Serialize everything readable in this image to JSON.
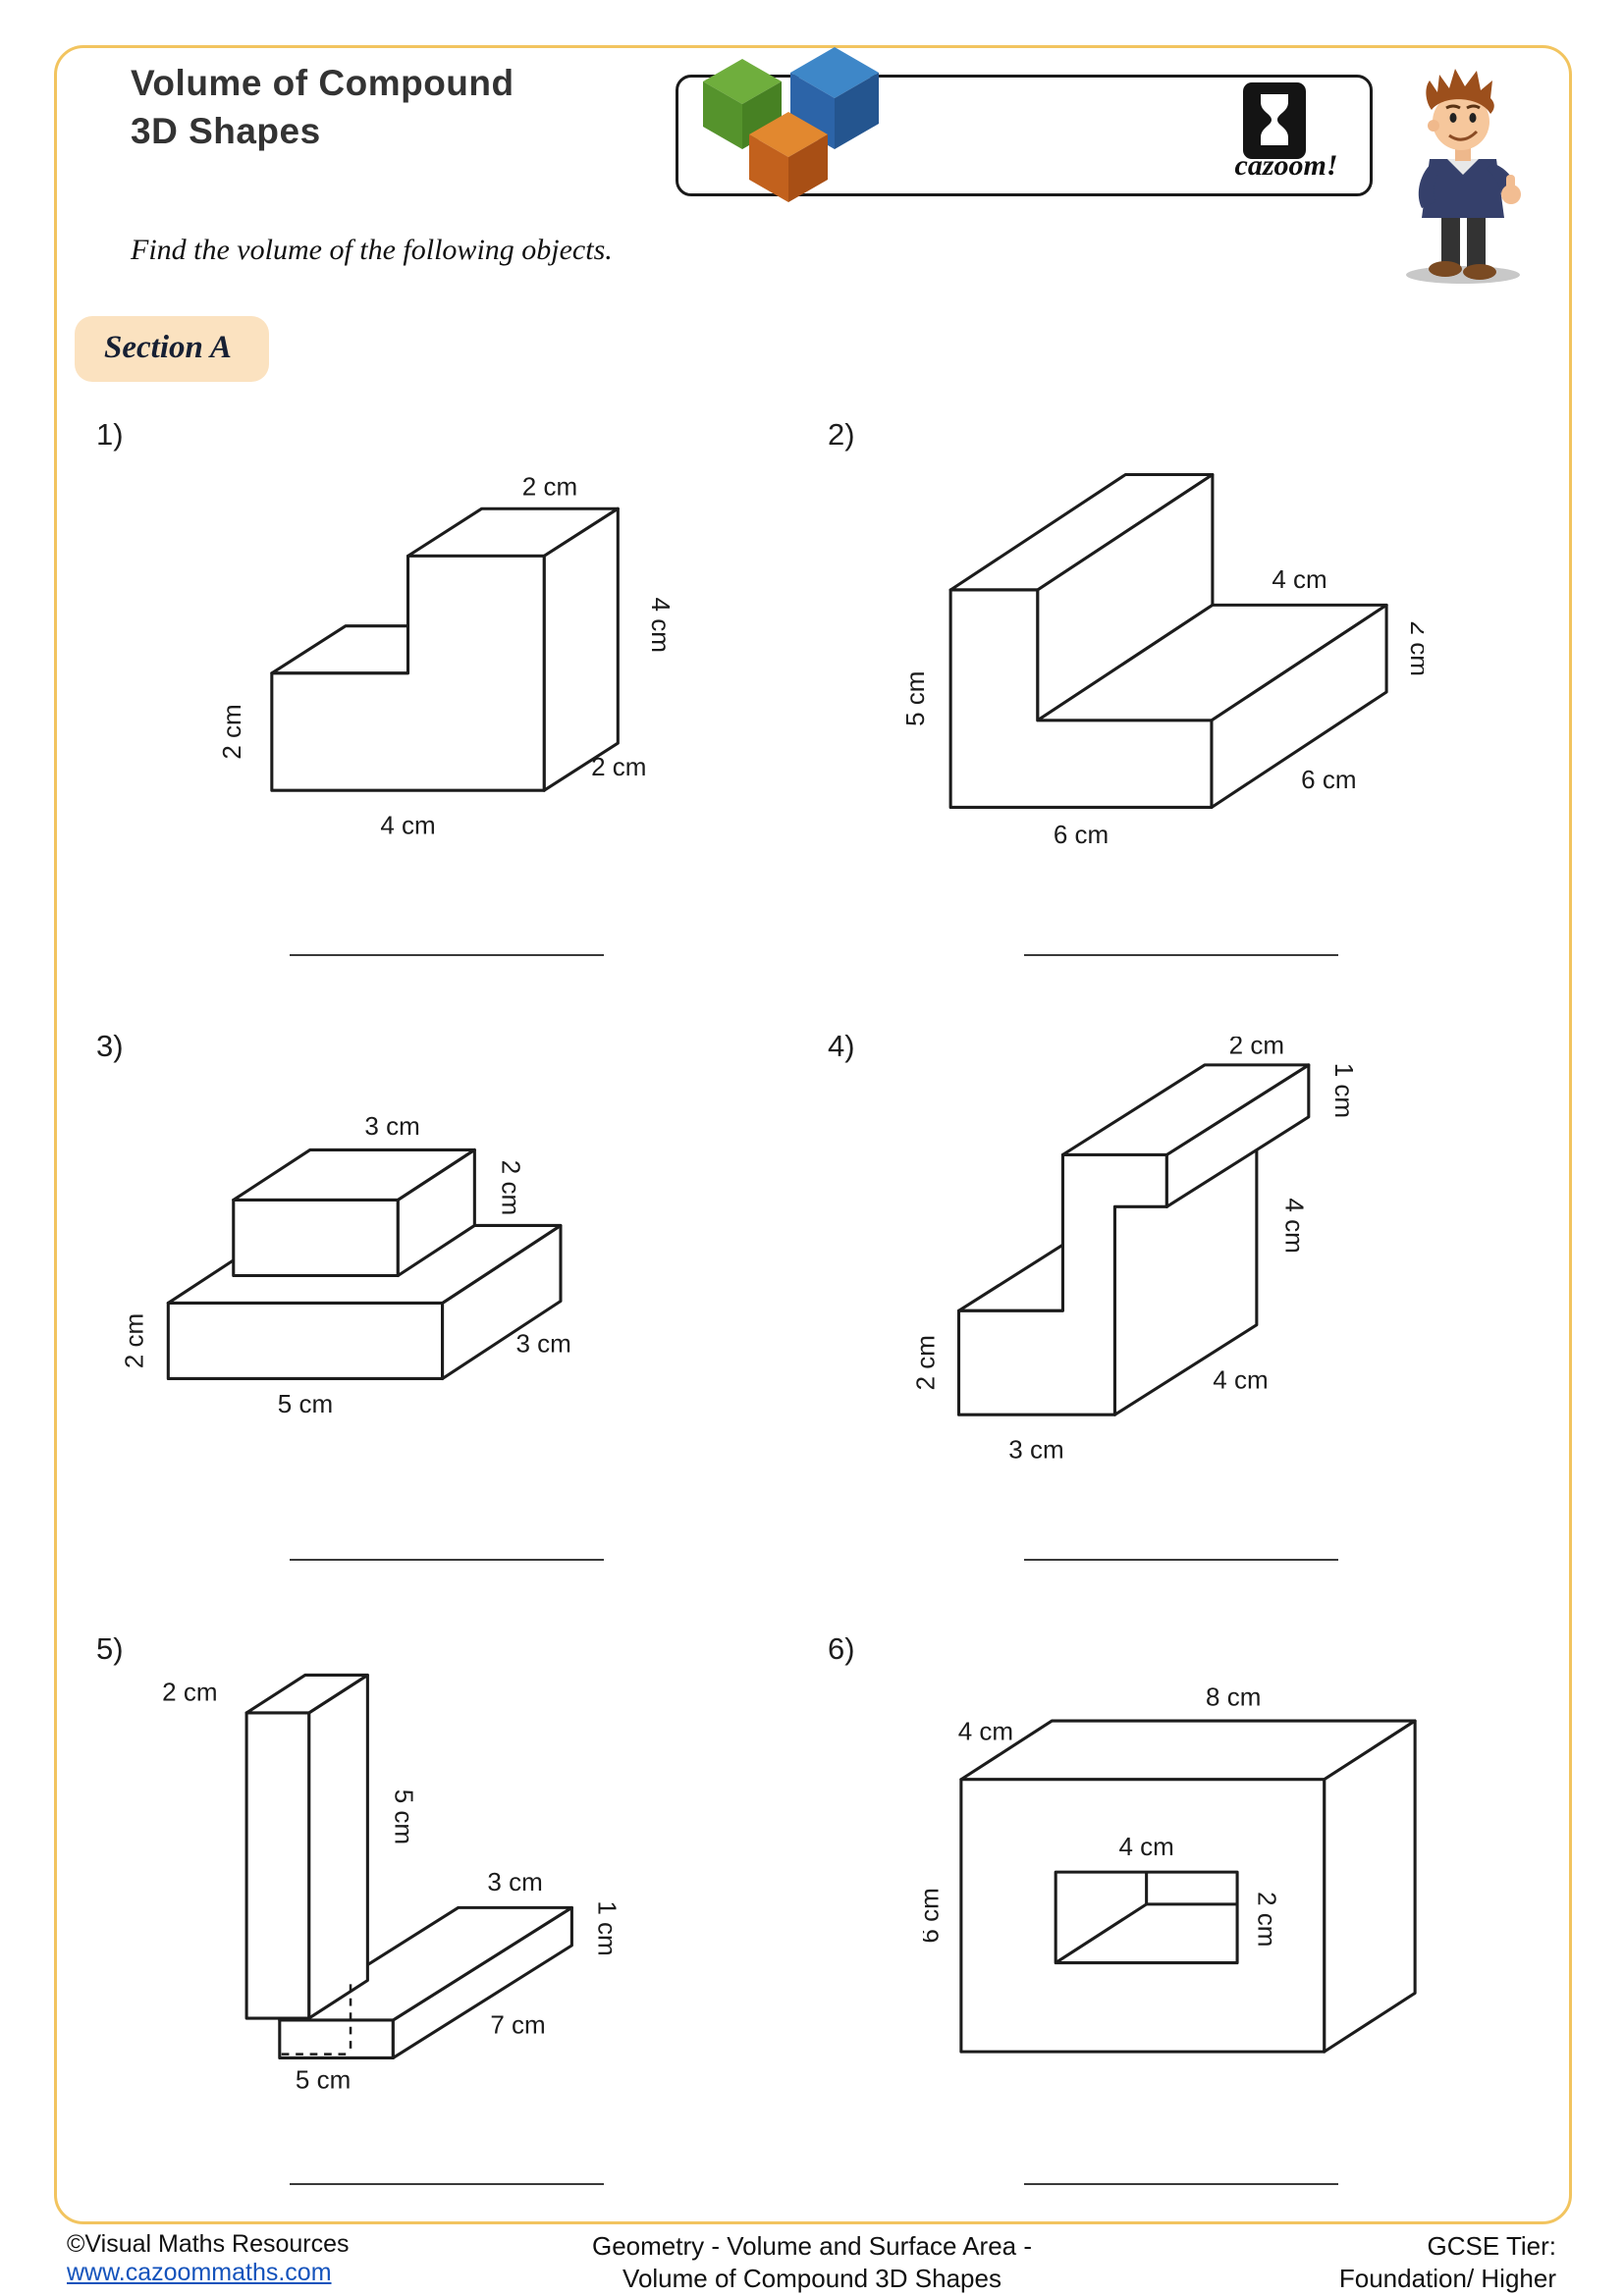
{
  "header": {
    "title_line1": "Volume of Compound",
    "title_line2": "3D Shapes",
    "brand": "cazoom!",
    "instruction": "Find the volume of the following objects.",
    "section_label": "Section A"
  },
  "problems": [
    {
      "num": "1)",
      "labels": [
        "2 cm",
        "4 cm",
        "2 cm",
        "2 cm",
        "4 cm"
      ]
    },
    {
      "num": "2)",
      "labels": [
        "5 cm",
        "4 cm",
        "2 cm",
        "6 cm",
        "6 cm"
      ]
    },
    {
      "num": "3)",
      "labels": [
        "3 cm",
        "2 cm",
        "2 cm",
        "5 cm",
        "3 cm"
      ]
    },
    {
      "num": "4)",
      "labels": [
        "2 cm",
        "1 cm",
        "4 cm",
        "4 cm",
        "2 cm",
        "3 cm"
      ]
    },
    {
      "num": "5)",
      "labels": [
        "2 cm",
        "5 cm",
        "3 cm",
        "1 cm",
        "7 cm",
        "5 cm"
      ]
    },
    {
      "num": "6)",
      "labels": [
        "8 cm",
        "4 cm",
        "6 cm",
        "4 cm",
        "2 cm"
      ]
    }
  ],
  "footer": {
    "copyright": "©Visual Maths Resources",
    "website": "www.cazoommaths.com",
    "center_line1": "Geometry - Volume and Surface Area -",
    "center_line2": "Volume of Compound 3D Shapes",
    "tier_label": "GCSE Tier:",
    "tier_value": "Foundation/ Higher"
  }
}
